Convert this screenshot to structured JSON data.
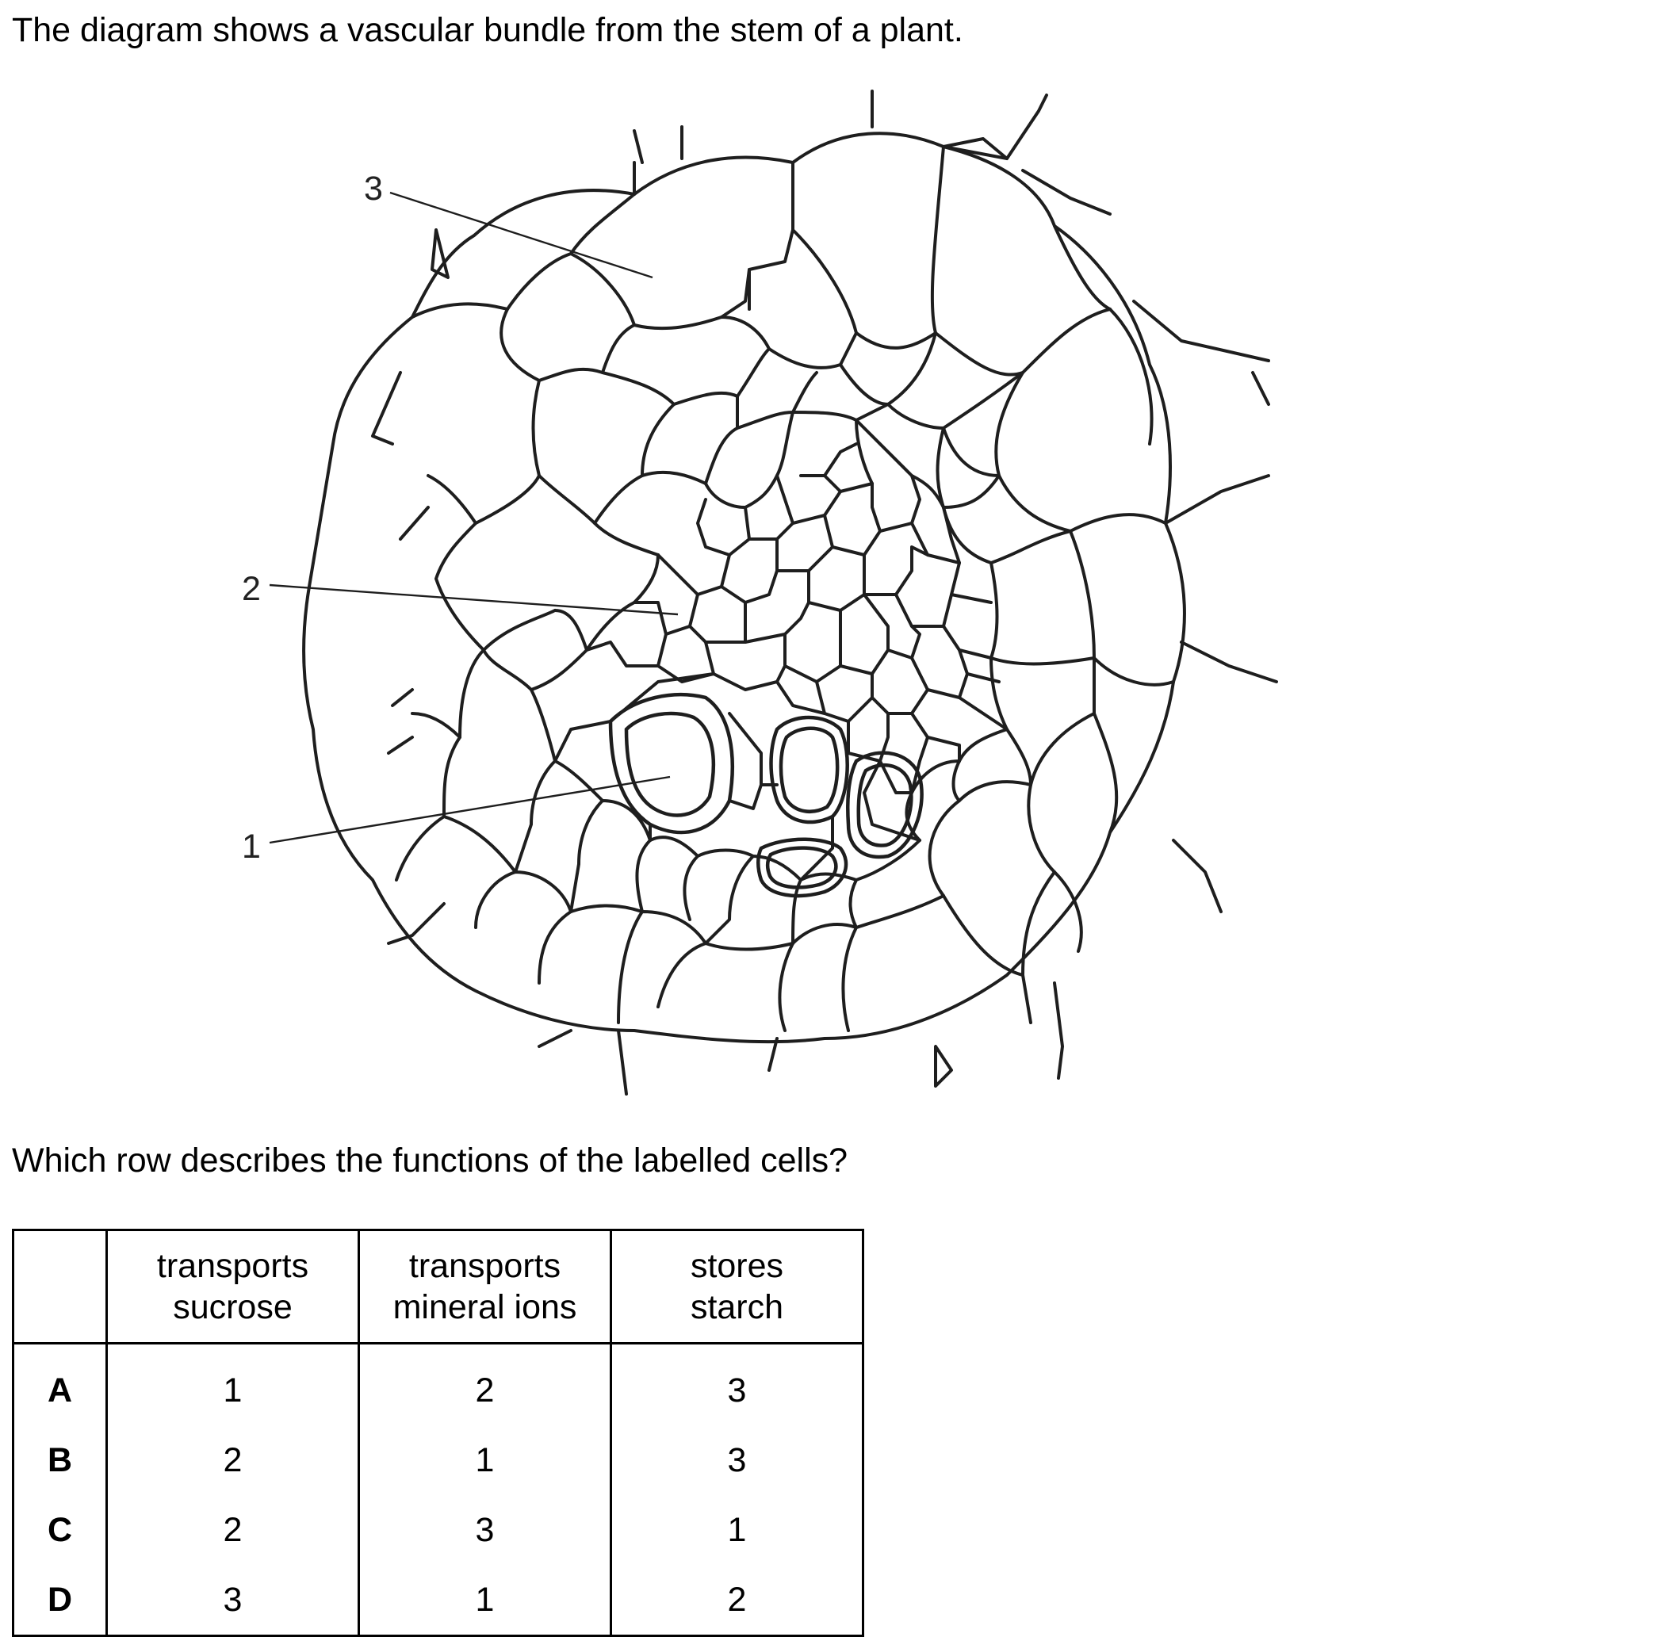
{
  "intro": "The diagram shows a vascular bundle from the stem of a plant.",
  "question": "Which row describes the functions of the labelled cells?",
  "diagram": {
    "labels": [
      "1",
      "2",
      "3"
    ]
  },
  "table": {
    "headers": [
      [
        "",
        ""
      ],
      [
        "transports",
        "sucrose"
      ],
      [
        "transports",
        "mineral ions"
      ],
      [
        "stores",
        "starch"
      ]
    ],
    "rows": [
      {
        "option": "A",
        "values": [
          "1",
          "2",
          "3"
        ]
      },
      {
        "option": "B",
        "values": [
          "2",
          "1",
          "3"
        ]
      },
      {
        "option": "C",
        "values": [
          "2",
          "3",
          "1"
        ]
      },
      {
        "option": "D",
        "values": [
          "3",
          "1",
          "2"
        ]
      }
    ]
  }
}
